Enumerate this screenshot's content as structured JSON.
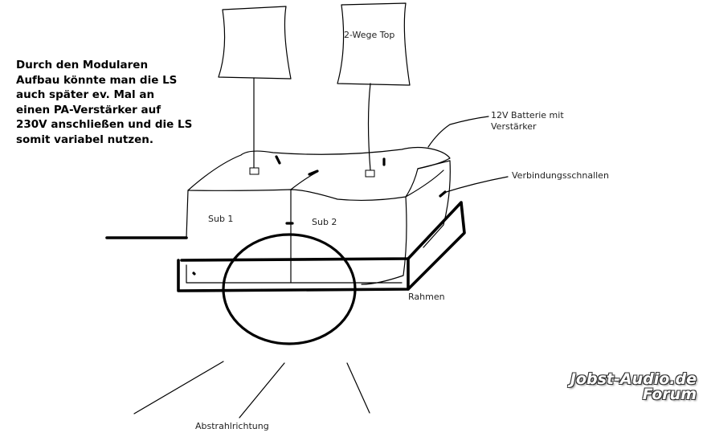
{
  "note": {
    "lines": [
      "Durch den Modularen",
      "Aufbau könnte man die LS",
      "auch später ev. Mal an",
      "einen PA-Verstärker auf",
      "230V anschließen und die LS",
      "somit variabel nutzen."
    ]
  },
  "labels": {
    "top_right": "2-Wege Top",
    "battery_line1": "12V Batterie mit",
    "battery_line2": "Verstärker",
    "connector": "Verbindungsschnallen",
    "sub1": "Sub 1",
    "sub2": "Sub 2",
    "frame": "Rahmen",
    "direction": "Abstrahlrichtung"
  },
  "watermark": {
    "line1": "Jobst-Audio.de",
    "line2": "Forum"
  }
}
